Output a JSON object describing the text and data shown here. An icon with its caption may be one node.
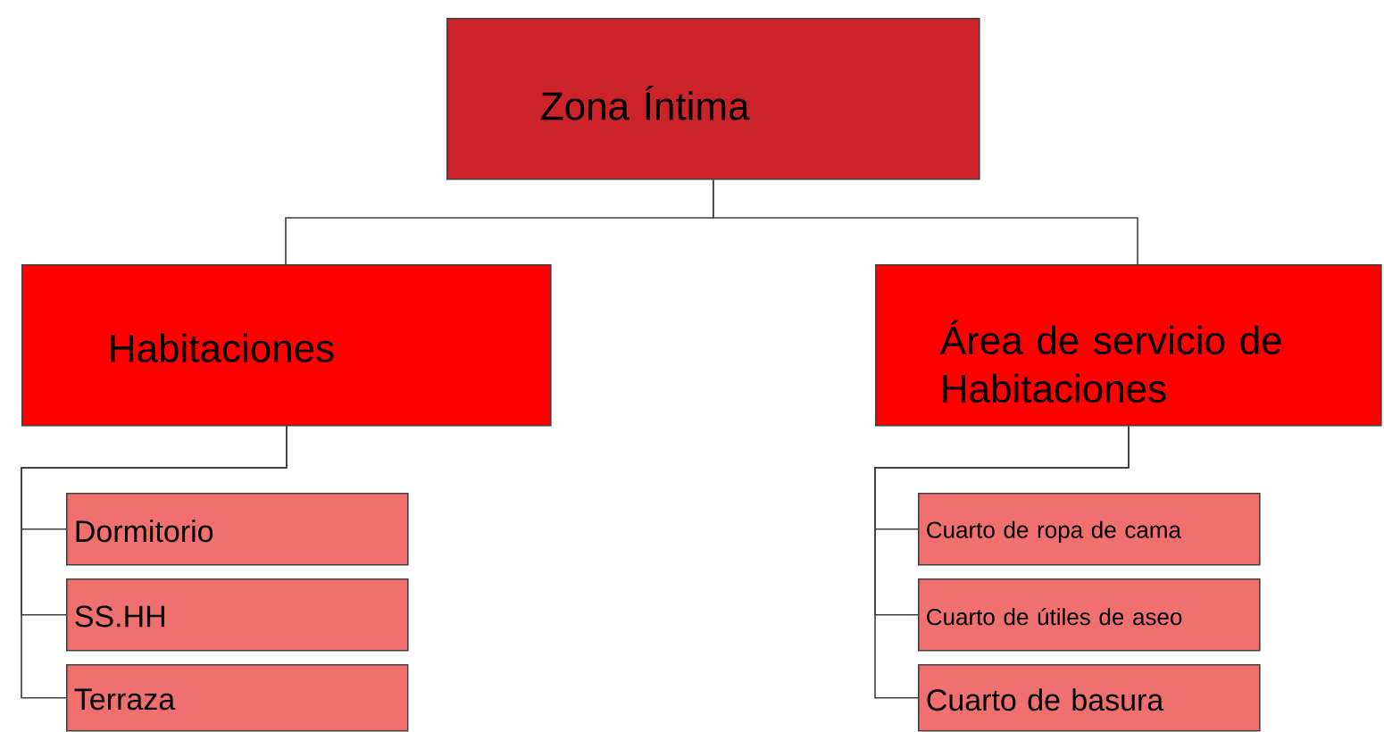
{
  "diagram": {
    "nodes": [
      {
        "text": [
          "Zona Íntima"
        ]
      },
      {
        "text": [
          "Habitaciones"
        ]
      },
      {
        "text": [
          "Área de servicio de Habitaciones"
        ]
      },
      {
        "text": [
          "Dormitorio"
        ]
      },
      {
        "text": [
          "SS.HH"
        ]
      },
      {
        "text": [
          "Terraza"
        ]
      },
      {
        "text": [
          "Cuarto de ropa de cama"
        ]
      },
      {
        "text": [
          "Cuarto de útiles de aseo"
        ]
      },
      {
        "text": [
          "Cuarto de basura"
        ]
      }
    ],
    "edges": [
      {
        "from": 0,
        "to": 1,
        "arrow": "none"
      },
      {
        "from": 0,
        "to": 2,
        "arrow": "none"
      },
      {
        "from": 1,
        "to": 3,
        "arrow": "none"
      },
      {
        "from": 1,
        "to": 4,
        "arrow": "none"
      },
      {
        "from": 1,
        "to": 5,
        "arrow": "none"
      },
      {
        "from": 2,
        "to": 6,
        "arrow": "none"
      },
      {
        "from": 2,
        "to": 7,
        "arrow": "none"
      },
      {
        "from": 2,
        "to": 8,
        "arrow": "none"
      }
    ]
  }
}
